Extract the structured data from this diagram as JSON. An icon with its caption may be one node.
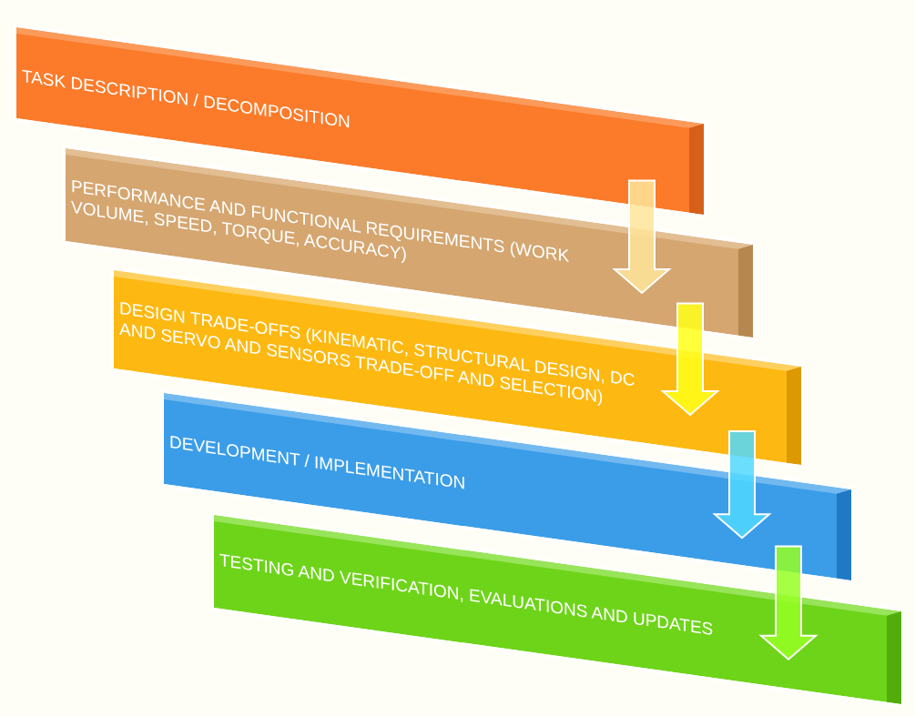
{
  "diagram": {
    "nodes": [
      {
        "text": [
          "TASK DESCRIPTION / DECOMPOSITION"
        ]
      },
      {
        "text": [
          "PERFORMANCE AND FUNCTIONAL REQUIREMENTS (WORK VOLUME, SPEED, TORQUE, ACCURACY)"
        ]
      },
      {
        "text": [
          "DESIGN TRADE-OFFS (KINEMATIC, STRUCTURAL DESIGN, DC AND SERVO AND SENSORS TRADE-OFF AND SELECTION)"
        ]
      },
      {
        "text": [
          "DEVELOPMENT / IMPLEMENTATION"
        ]
      },
      {
        "text": [
          "TESTING AND VERIFICATION, EVALUATIONS AND UPDATES"
        ]
      }
    ],
    "edges": [
      {
        "from": 0,
        "to": 1,
        "arrow": "to"
      },
      {
        "from": 1,
        "to": 2,
        "arrow": "to"
      },
      {
        "from": 2,
        "to": 3,
        "arrow": "to"
      },
      {
        "from": 3,
        "to": 4,
        "arrow": "to"
      }
    ]
  }
}
